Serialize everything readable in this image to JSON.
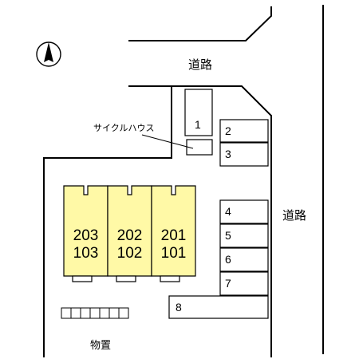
{
  "labels": {
    "road_top": "道路",
    "road_right": "道路",
    "cycle_house": "サイクルハウス",
    "storage": "物置"
  },
  "compass_icon": "north-arrow-icon",
  "units": [
    {
      "upper": "203",
      "lower": "103"
    },
    {
      "upper": "202",
      "lower": "102"
    },
    {
      "upper": "201",
      "lower": "101"
    }
  ],
  "parking": [
    "1",
    "2",
    "3",
    "4",
    "5",
    "6",
    "7",
    "8"
  ],
  "colors": {
    "building_fill": "#fff9a6",
    "line": "#000000"
  }
}
